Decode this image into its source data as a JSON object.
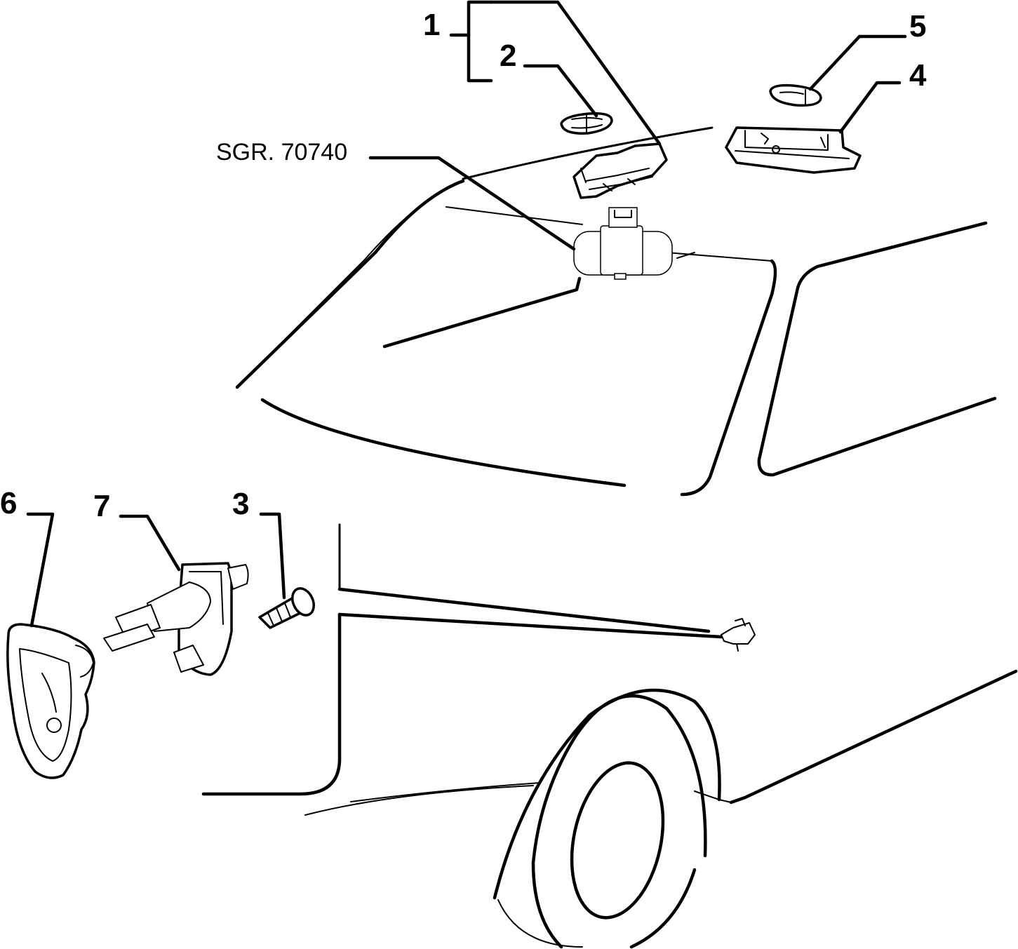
{
  "diagram": {
    "callouts": {
      "c1": "1",
      "c2": "2",
      "c3": "3",
      "c4": "4",
      "c5": "5",
      "c6": "6",
      "c7": "7"
    },
    "reference_label": "SGR. 70740"
  }
}
